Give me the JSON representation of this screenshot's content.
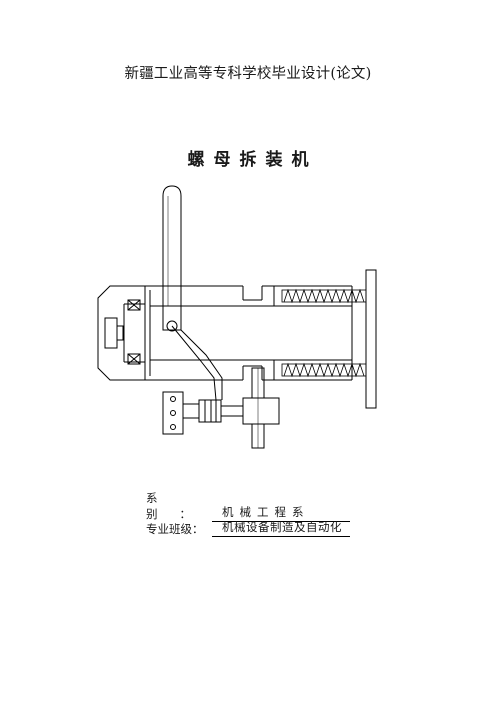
{
  "header": {
    "text": "新疆工业高等专科学校毕业设计(论文)"
  },
  "title": {
    "text": "螺母拆装机"
  },
  "info": {
    "rows": [
      {
        "label": "系别：",
        "value": "机械工程系"
      },
      {
        "label": "专业班级：",
        "value": "机械设备制造及自动化"
      }
    ]
  }
}
